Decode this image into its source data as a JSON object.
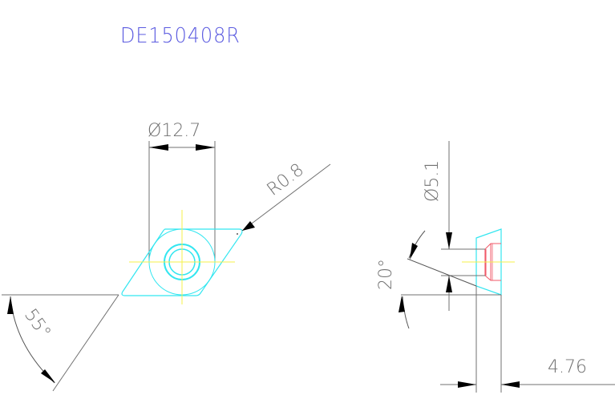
{
  "drawing": {
    "title": "DE150408R",
    "colors": {
      "title": "#5a5ae0",
      "dimension": "#707070",
      "insert_outline": "#33e6f0",
      "centerline": "#f5f04a",
      "hole_profile": "#f05a6a",
      "arrow": "#000000"
    },
    "dimensions": {
      "inscribed_circle": "Ø12.7",
      "corner_radius": "R0.8",
      "nose_angle": "55°",
      "hole_diameter": "Ø5.1",
      "clearance_angle": "20°",
      "thickness": "4.76"
    },
    "views": {
      "top_view": "rhombic insert 55° with center hole",
      "side_view": "insert profile with countersunk hole"
    }
  }
}
